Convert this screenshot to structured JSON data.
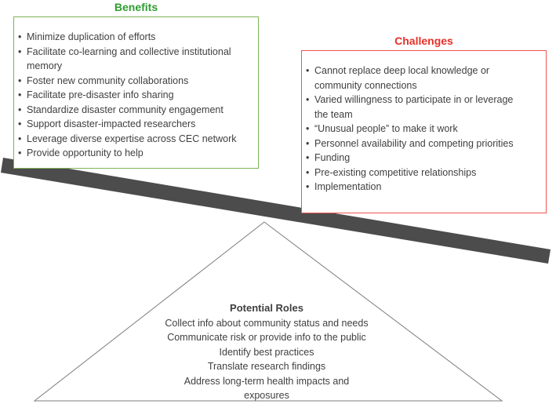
{
  "colors": {
    "benefits_title": "#2f9d31",
    "benefits_border": "#7eb356",
    "challenges_title": "#e8302a",
    "challenges_border": "#f05450",
    "bar_gray": "#4c4c4c",
    "triangle_stroke": "#7c7c7c",
    "body_text": "#3f3f3f"
  },
  "bullet_char": "•",
  "benefits": {
    "title": "Benefits",
    "items": [
      "Minimize duplication of efforts",
      "Facilitate co-learning and collective institutional\nmemory",
      "Foster new community collaborations",
      "Facilitate pre-disaster info sharing",
      "Standardize disaster community engagement",
      "Support disaster-impacted researchers",
      "Leverage diverse expertise across CEC network",
      "Provide opportunity to help"
    ]
  },
  "challenges": {
    "title": "Challenges",
    "items": [
      "Cannot replace deep local knowledge or\ncommunity connections",
      "Varied willingness to participate in or leverage\nthe team",
      "“Unusual people” to make it work",
      "Personnel availability and competing priorities",
      "Funding",
      "Pre-existing competitive relationships",
      "Implementation"
    ]
  },
  "potential_roles": {
    "title": "Potential Roles",
    "lines": [
      "Collect info about community status and needs",
      "Communicate risk or provide info to the public",
      "Identify best practices",
      "Translate research findings",
      "Address long-term health impacts and\nexposures"
    ]
  }
}
